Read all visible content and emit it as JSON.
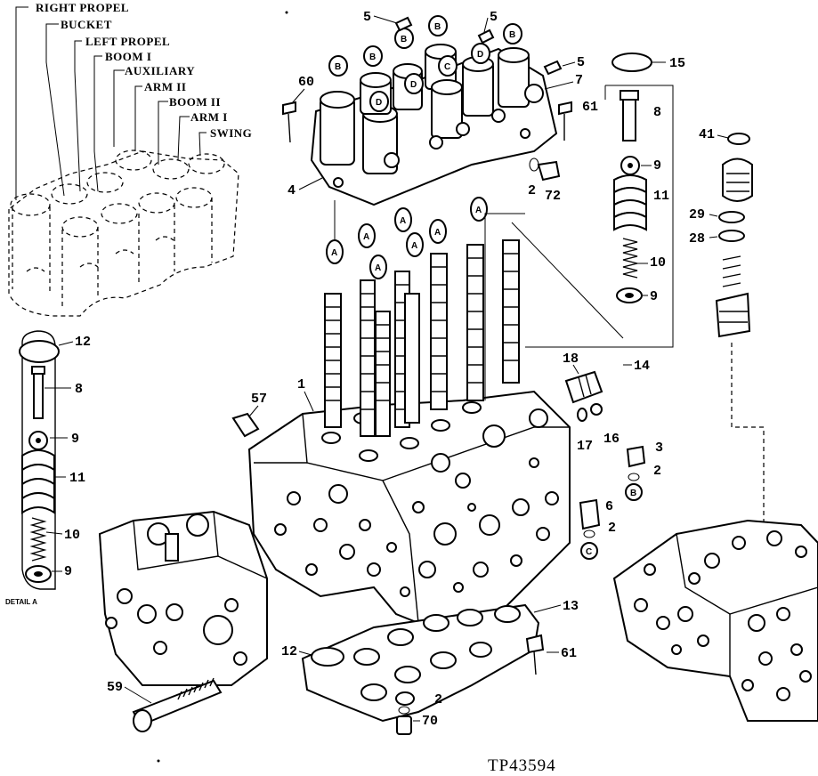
{
  "section_labels": [
    "RIGHT PROPEL",
    "BUCKET",
    "LEFT PROPEL",
    "BOOM I",
    "AUXILIARY",
    "ARM II",
    "BOOM II",
    "ARM I",
    "SWING"
  ],
  "detail_label": "DETAIL A",
  "figure_id": "TP43594",
  "callouts": {
    "n1": "1",
    "n2a": "2",
    "n2b": "2",
    "n2c": "2",
    "n2d": "2",
    "n3": "3",
    "n4": "4",
    "n5a": "5",
    "n5b": "5",
    "n5c": "5",
    "n6": "6",
    "n7": "7",
    "n8": "8",
    "n9a": "9",
    "n9b": "9",
    "n10": "10",
    "n11": "11",
    "n12": "12",
    "n13": "13",
    "n14": "14",
    "n15": "15",
    "n16": "16",
    "n17": "17",
    "n18": "18",
    "n28": "28",
    "n29": "29",
    "n41": "41",
    "n57": "57",
    "n59": "59",
    "n60": "60",
    "n61a": "61",
    "n61b": "61",
    "n70": "70",
    "n72": "72",
    "d8": "8",
    "d9a": "9",
    "d9b": "9",
    "d10": "10",
    "d11": "11",
    "d12": "12"
  },
  "circle_markers": {
    "b": "B",
    "c": "C",
    "d": "D",
    "a": "A"
  }
}
